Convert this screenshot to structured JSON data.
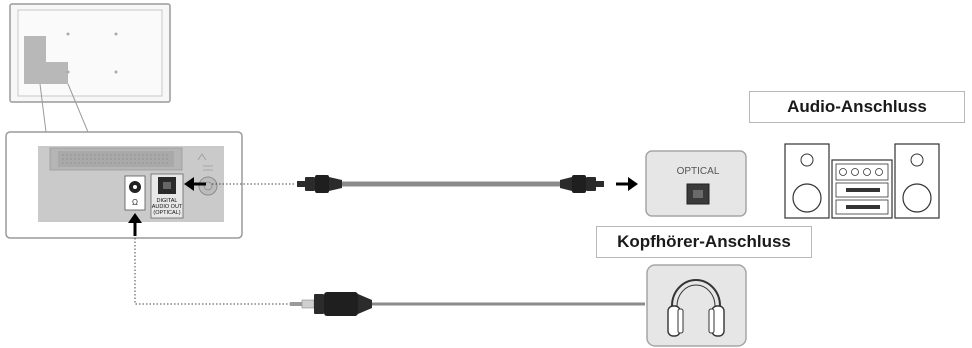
{
  "labels": {
    "audio": "Audio-Anschluss",
    "headphone": "Kopfhörer-Anschluss",
    "optical_port": "OPTICAL"
  },
  "panel_labels": {
    "digital_line1": "DIGITAL",
    "digital_line2": "AUDIO OUT",
    "digital_line3": "(OPTICAL)",
    "headphone_symbol": "Ω"
  },
  "colors": {
    "panel": "#c9cac9",
    "device_box": "#e6e6e6",
    "cable": "#8a8a8a",
    "connector": "#2b2b2b",
    "label_border": "#b8b8b8"
  }
}
